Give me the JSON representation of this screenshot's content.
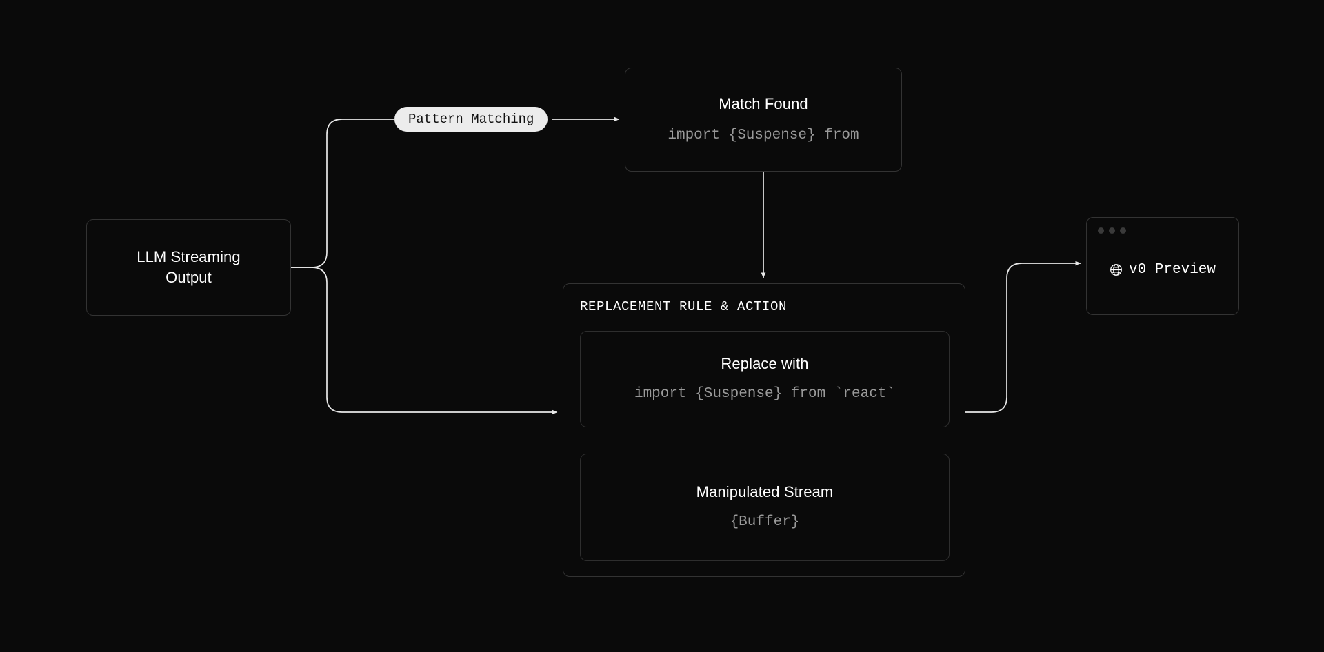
{
  "canvas": {
    "background": "#0a0a0a",
    "border_color": "#333333",
    "edge_color": "#e8e8e8",
    "muted_text": "#9a9a9a",
    "pill_background": "#ececec",
    "pill_text": "#111111",
    "dot_color": "#3a3a3a"
  },
  "nodes": {
    "llm_streaming": {
      "title_line1": "LLM Streaming",
      "title_line2": "Output"
    },
    "pattern_matching_pill": {
      "label": "Pattern Matching"
    },
    "match_found": {
      "title": "Match Found",
      "code": "import {Suspense} from"
    },
    "replacement_panel": {
      "header": "REPLACEMENT RULE & ACTION",
      "replace_with": {
        "title": "Replace with",
        "code": "import {Suspense} from `react`"
      },
      "manipulated_stream": {
        "title": "Manipulated Stream",
        "code": "{Buffer}"
      }
    },
    "v0_preview": {
      "label": "v0 Preview",
      "icon": "globe-icon",
      "window_dots": 3
    }
  },
  "edges": [
    {
      "name": "llm-to-pattern-matching",
      "from": "llm_streaming",
      "to": "match_found",
      "style": "solid",
      "arrow": true,
      "label": "Pattern Matching"
    },
    {
      "name": "llm-to-replacement",
      "from": "llm_streaming",
      "to": "replacement_panel",
      "style": "solid",
      "arrow": true,
      "label": ""
    },
    {
      "name": "match-found-to-replacement",
      "from": "match_found",
      "to": "replacement_panel",
      "style": "solid",
      "arrow": true,
      "label": ""
    },
    {
      "name": "replace-with-to-manipulated-stream",
      "from": "replace_with",
      "to": "manipulated_stream",
      "style": "dashed",
      "arrow": true,
      "label": ""
    },
    {
      "name": "replacement-to-v0-preview",
      "from": "replacement_panel",
      "to": "v0_preview",
      "style": "solid",
      "arrow": true,
      "label": ""
    }
  ]
}
